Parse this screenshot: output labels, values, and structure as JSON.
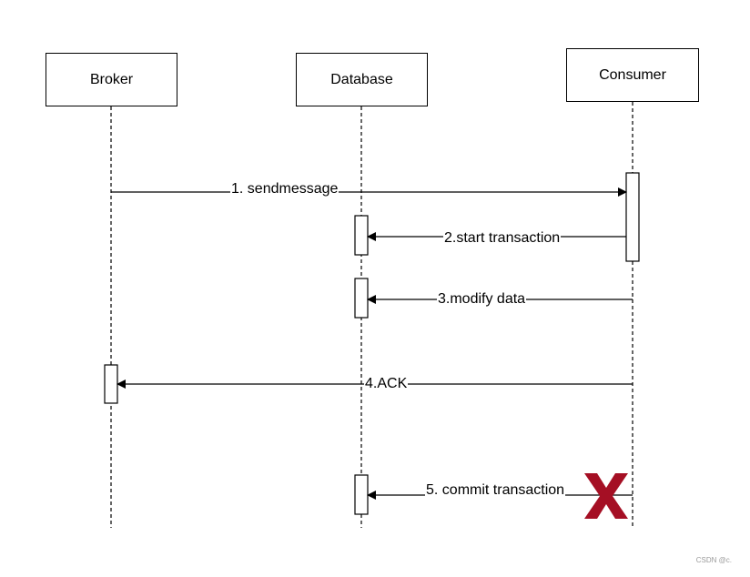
{
  "participants": [
    {
      "id": "broker",
      "label": "Broker"
    },
    {
      "id": "database",
      "label": "Database"
    },
    {
      "id": "consumer",
      "label": "Consumer"
    }
  ],
  "messages": [
    {
      "label": "1. sendmessage",
      "from": "Broker",
      "to": "Consumer"
    },
    {
      "label": "2.start transaction",
      "from": "Consumer",
      "to": "Database"
    },
    {
      "label": "3.modify data",
      "from": "Consumer",
      "to": "Database"
    },
    {
      "label": "4.ACK",
      "from": "Consumer",
      "to": "Broker"
    },
    {
      "label": "5. commit transaction",
      "from": "Consumer",
      "to": "Database",
      "failed": true
    }
  ],
  "failure_mark": {
    "icon": "x-cross-icon",
    "color": "#a50f24"
  },
  "watermark": "CSDN @c."
}
